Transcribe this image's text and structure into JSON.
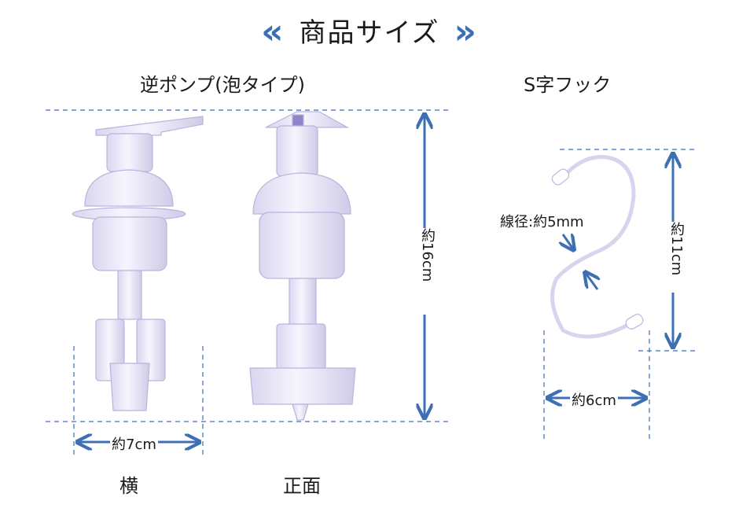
{
  "header": {
    "title": "商品サイズ",
    "left_icon": "chevron-double-left-icon",
    "right_icon": "chevron-double-right-icon"
  },
  "pump": {
    "heading": "逆ポンプ(泡タイプ)",
    "height_label": "約16cm",
    "width_label": "約7cm",
    "side_label": "横",
    "front_label": "正面"
  },
  "hook": {
    "heading": "S字フック",
    "wire_label": "線径:約5mm",
    "height_label": "約11cm",
    "width_label": "約6cm"
  },
  "colors": {
    "accent": "#3c6fb4",
    "product": "#eceaf8"
  }
}
